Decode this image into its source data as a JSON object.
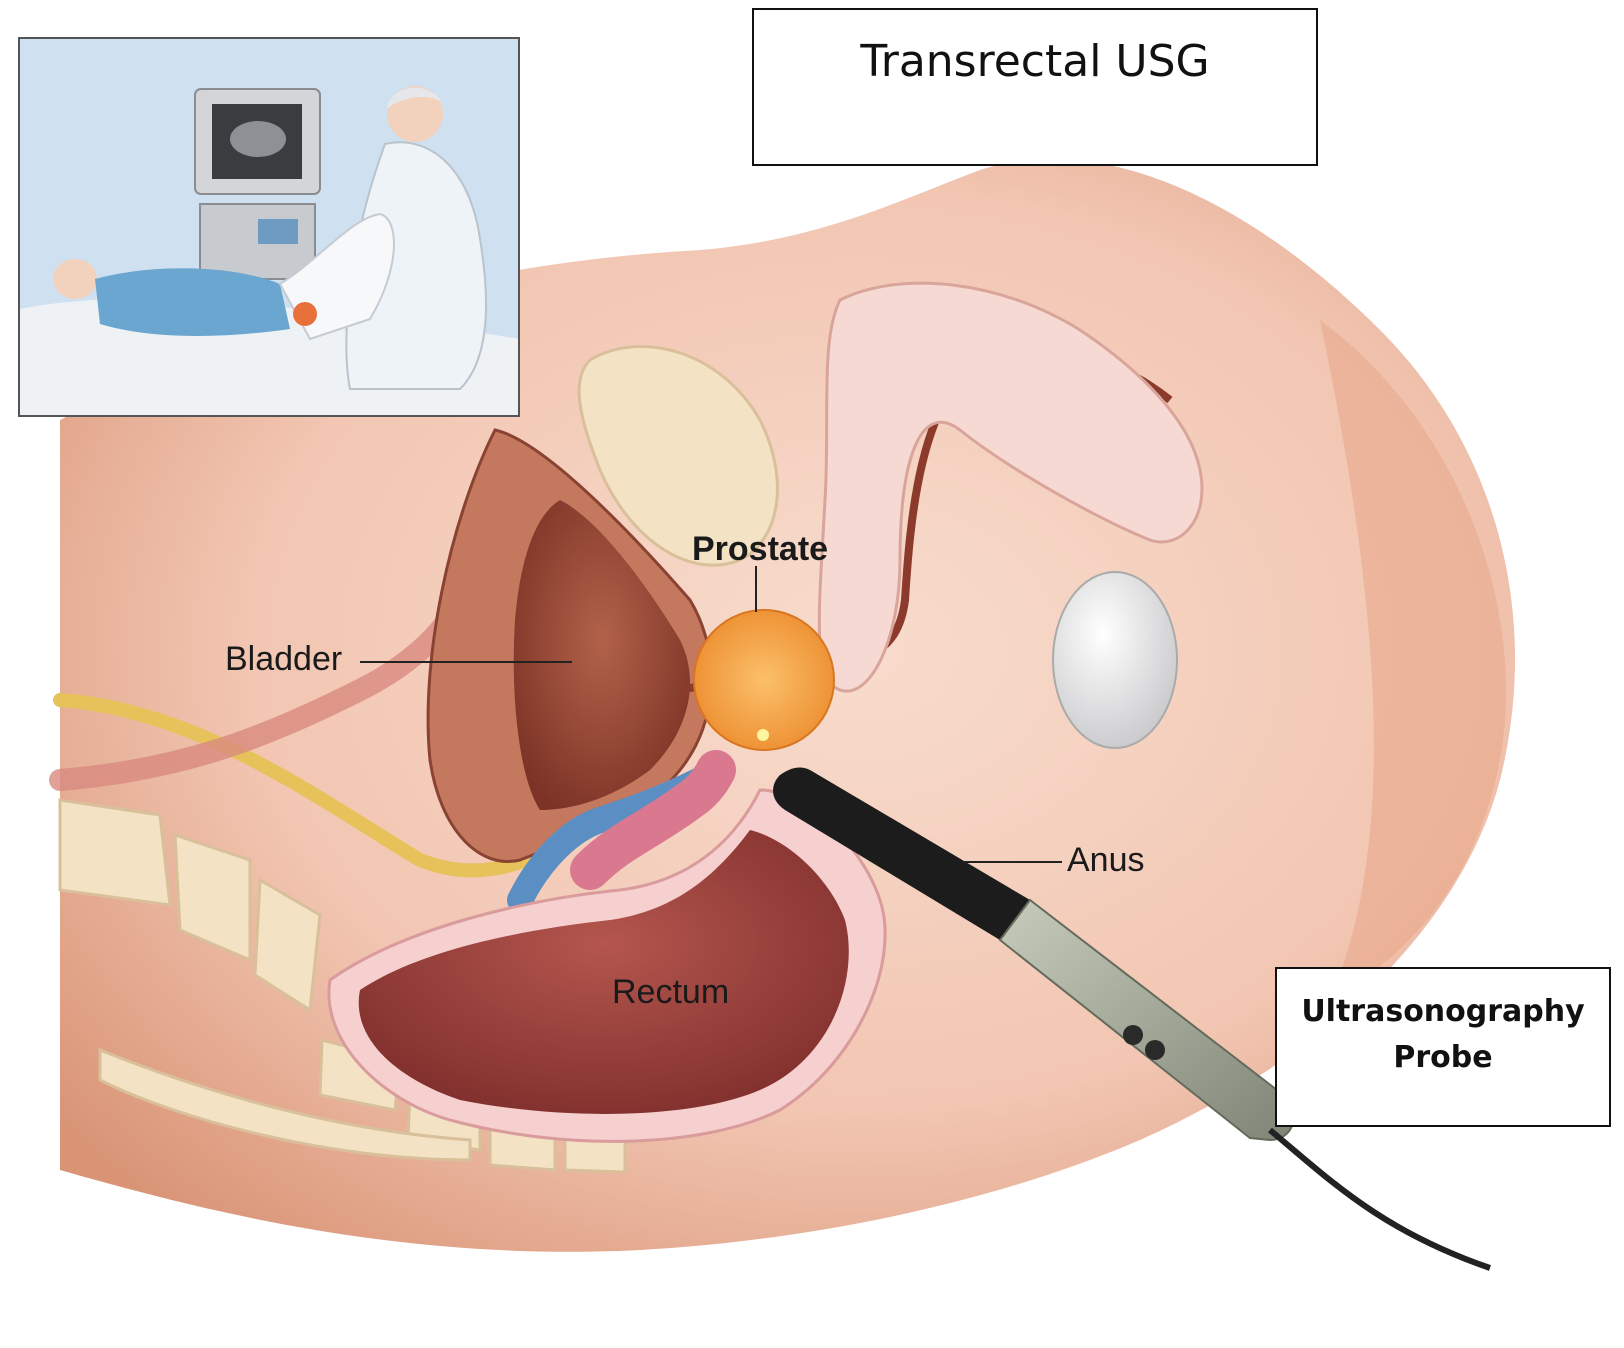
{
  "title": "Transrectal USG",
  "labels": {
    "prostate": "Prostate",
    "bladder": "Bladder",
    "rectum": "Rectum",
    "anus": "Anus"
  },
  "probe_label": {
    "line1": "Ultrasonography",
    "line2": "Probe"
  },
  "colors": {
    "skin": "#f2c6b2",
    "skin_dark": "#e3a588",
    "bladder": "#a24f3b",
    "prostate": "#f39a3a",
    "rectum": "#9c3e3a",
    "vessel_blue": "#5b8fc4",
    "seminal_pink": "#d9788f",
    "bone": "#f3e2c4",
    "probe_grey": "#a9ae9e",
    "probe_black": "#1c1c1c",
    "inset_bg": "#cfe1f1"
  }
}
